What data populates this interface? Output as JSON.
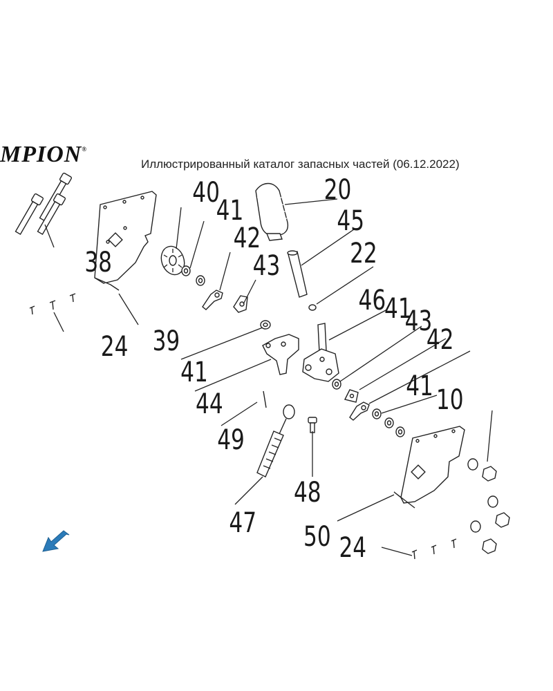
{
  "header": {
    "brand": "MPION",
    "brand_mark": "®",
    "caption": "Иллюстрированный каталог запасных частей (06.12.2022)"
  },
  "callouts": {
    "c38": "38",
    "c39": "39",
    "c24a": "24",
    "c40": "40",
    "c41a": "41",
    "c42a": "42",
    "c43a": "43",
    "c20": "20",
    "c45": "45",
    "c22": "22",
    "c46": "46",
    "c41b": "41",
    "c43b": "43",
    "c42b": "42",
    "c41c": "41",
    "c41d": "41",
    "c10": "10",
    "c44": "44",
    "c49": "49",
    "c47": "47",
    "c48": "48",
    "c50": "50",
    "c24b": "24"
  },
  "colors": {
    "nav_arrow": "#2b7bb9",
    "line": "#222222"
  },
  "icons": {
    "nav": "arrow-down-left-icon"
  }
}
